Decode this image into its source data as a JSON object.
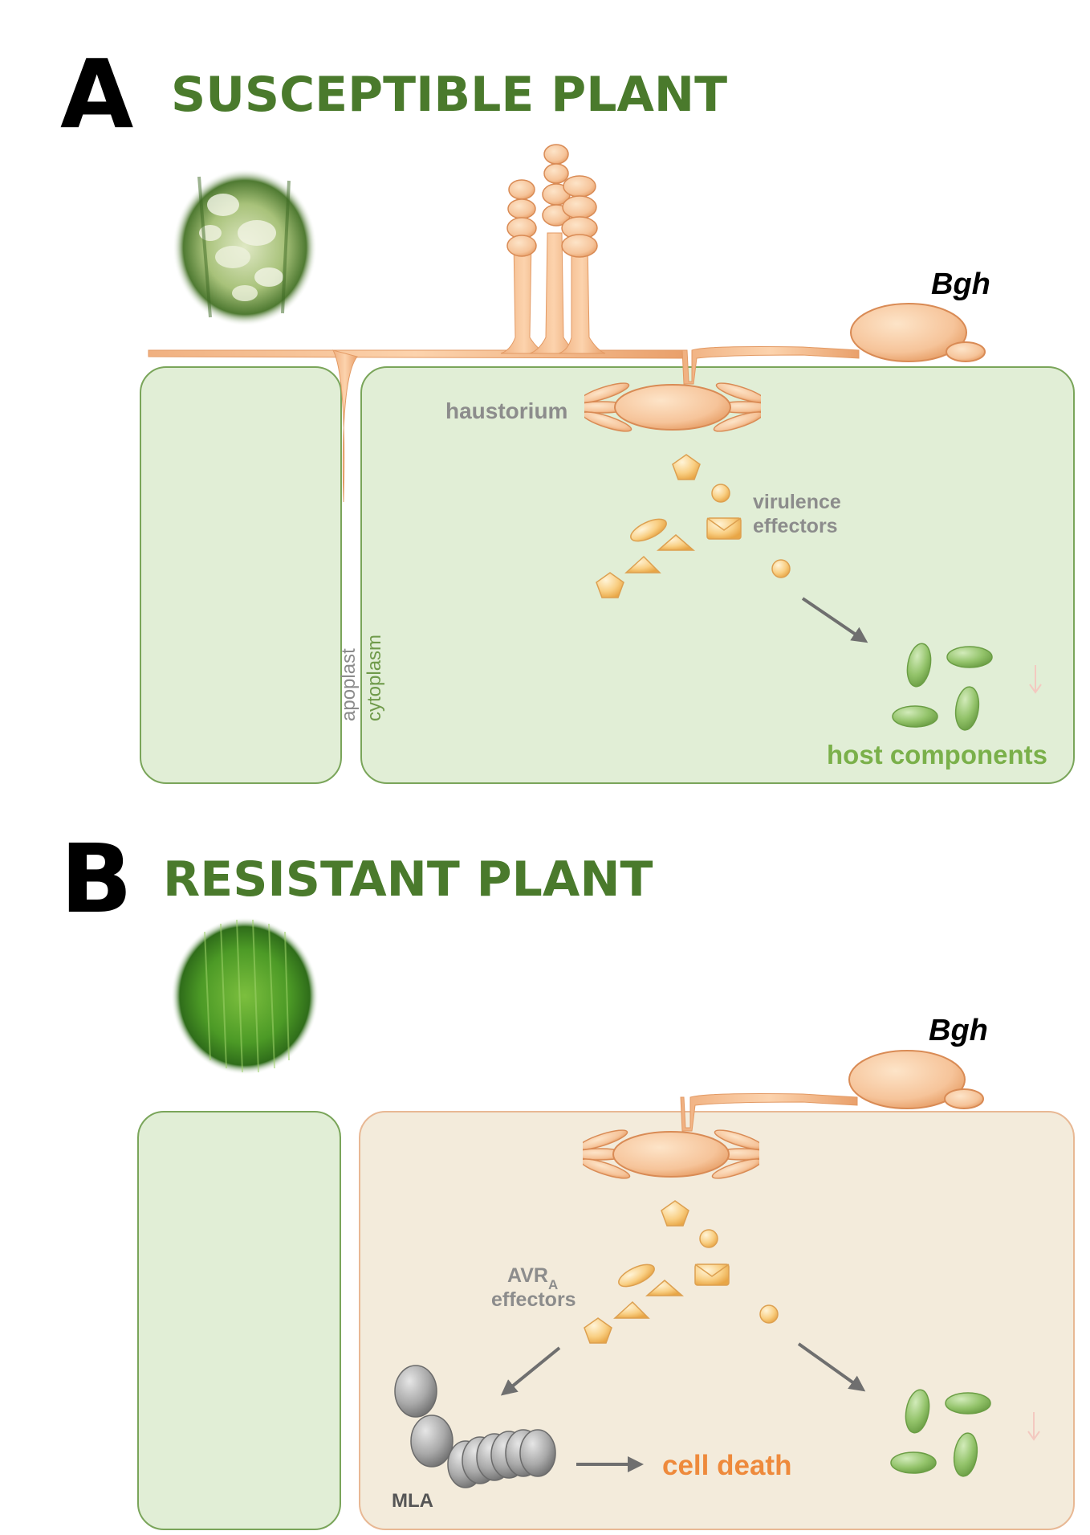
{
  "panel_a": {
    "letter": "A",
    "title": "SUSCEPTIBLE PLANT",
    "fungus_label": "Bgh",
    "haustorium_label": "haustorium",
    "effectors_label_line1": "virulence",
    "effectors_label_line2": "effectors",
    "apoplast_label": "apoplast",
    "cytoplasm_label": "cytoplasm",
    "host_label": "host components"
  },
  "panel_b": {
    "letter": "B",
    "title": "RESISTANT PLANT",
    "fungus_label": "Bgh",
    "avr_label_main": "AVR",
    "avr_label_sub": "A",
    "avr_label_line2": "effectors",
    "outcome_label": "cell death",
    "receptor_label": "MLA"
  },
  "colors": {
    "title_green": "#4a7a2c",
    "cell_green_fill": "#e1eed6",
    "cell_green_stroke": "#7aa55a",
    "cell_tan_fill": "#f3ebdb",
    "cell_tan_stroke": "#e8b894",
    "fungus": "#f4c096",
    "host_components": "#93c36a",
    "cell_death_orange": "#ee8a3c"
  }
}
